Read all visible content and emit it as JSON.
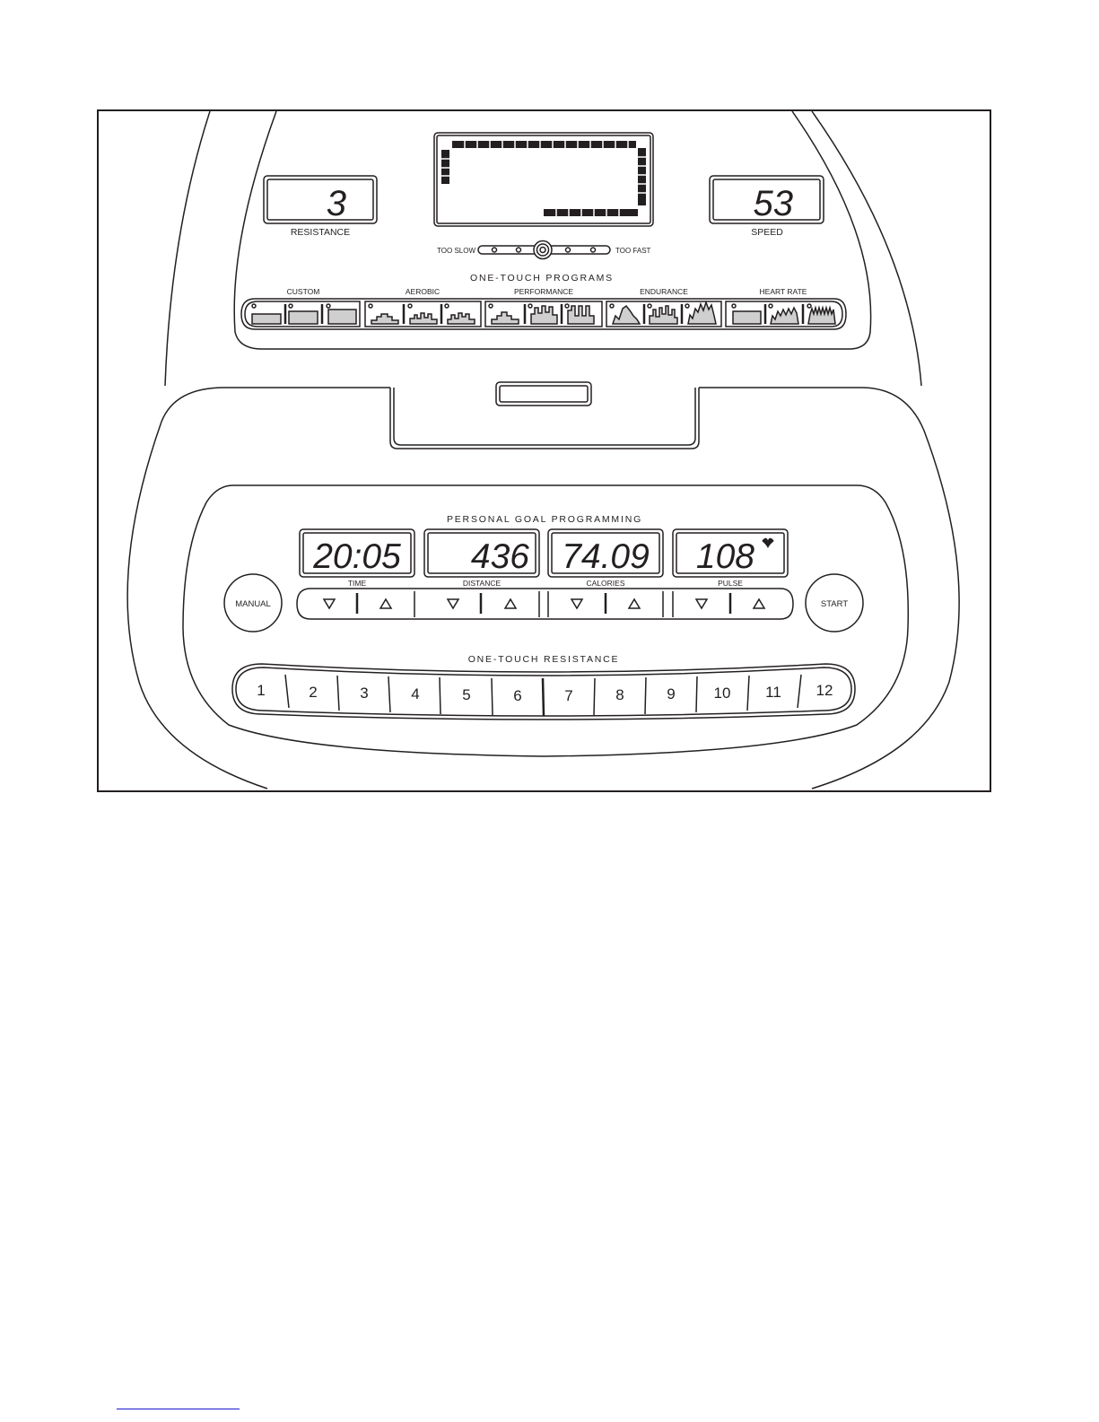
{
  "colors": {
    "line": "#231f20",
    "panel": "#ffffff",
    "link": "#1a1acc"
  },
  "upper": {
    "resistance": {
      "value": "3",
      "label": "RESISTANCE"
    },
    "speed": {
      "value": "53",
      "label": "SPEED"
    },
    "pace": {
      "slow_label": "TOO SLOW",
      "fast_label": "TOO FAST"
    },
    "programs_title": "ONE-TOUCH PROGRAMS",
    "program_groups": [
      "CUSTOM",
      "AEROBIC",
      "PERFORMANCE",
      "ENDURANCE",
      "HEART RATE"
    ]
  },
  "lower": {
    "goal_title": "PERSONAL GOAL PROGRAMMING",
    "goals": [
      {
        "value": "20:05",
        "label": "TIME"
      },
      {
        "value": "436",
        "label": "DISTANCE"
      },
      {
        "value": "74.09",
        "label": "CALORIES"
      },
      {
        "value": "108",
        "label": "PULSE"
      }
    ],
    "manual_label": "MANUAL",
    "start_label": "START",
    "resistance_title": "ONE-TOUCH RESISTANCE",
    "levels": [
      "1",
      "2",
      "3",
      "4",
      "5",
      "6",
      "7",
      "8",
      "9",
      "10",
      "11",
      "12"
    ]
  }
}
